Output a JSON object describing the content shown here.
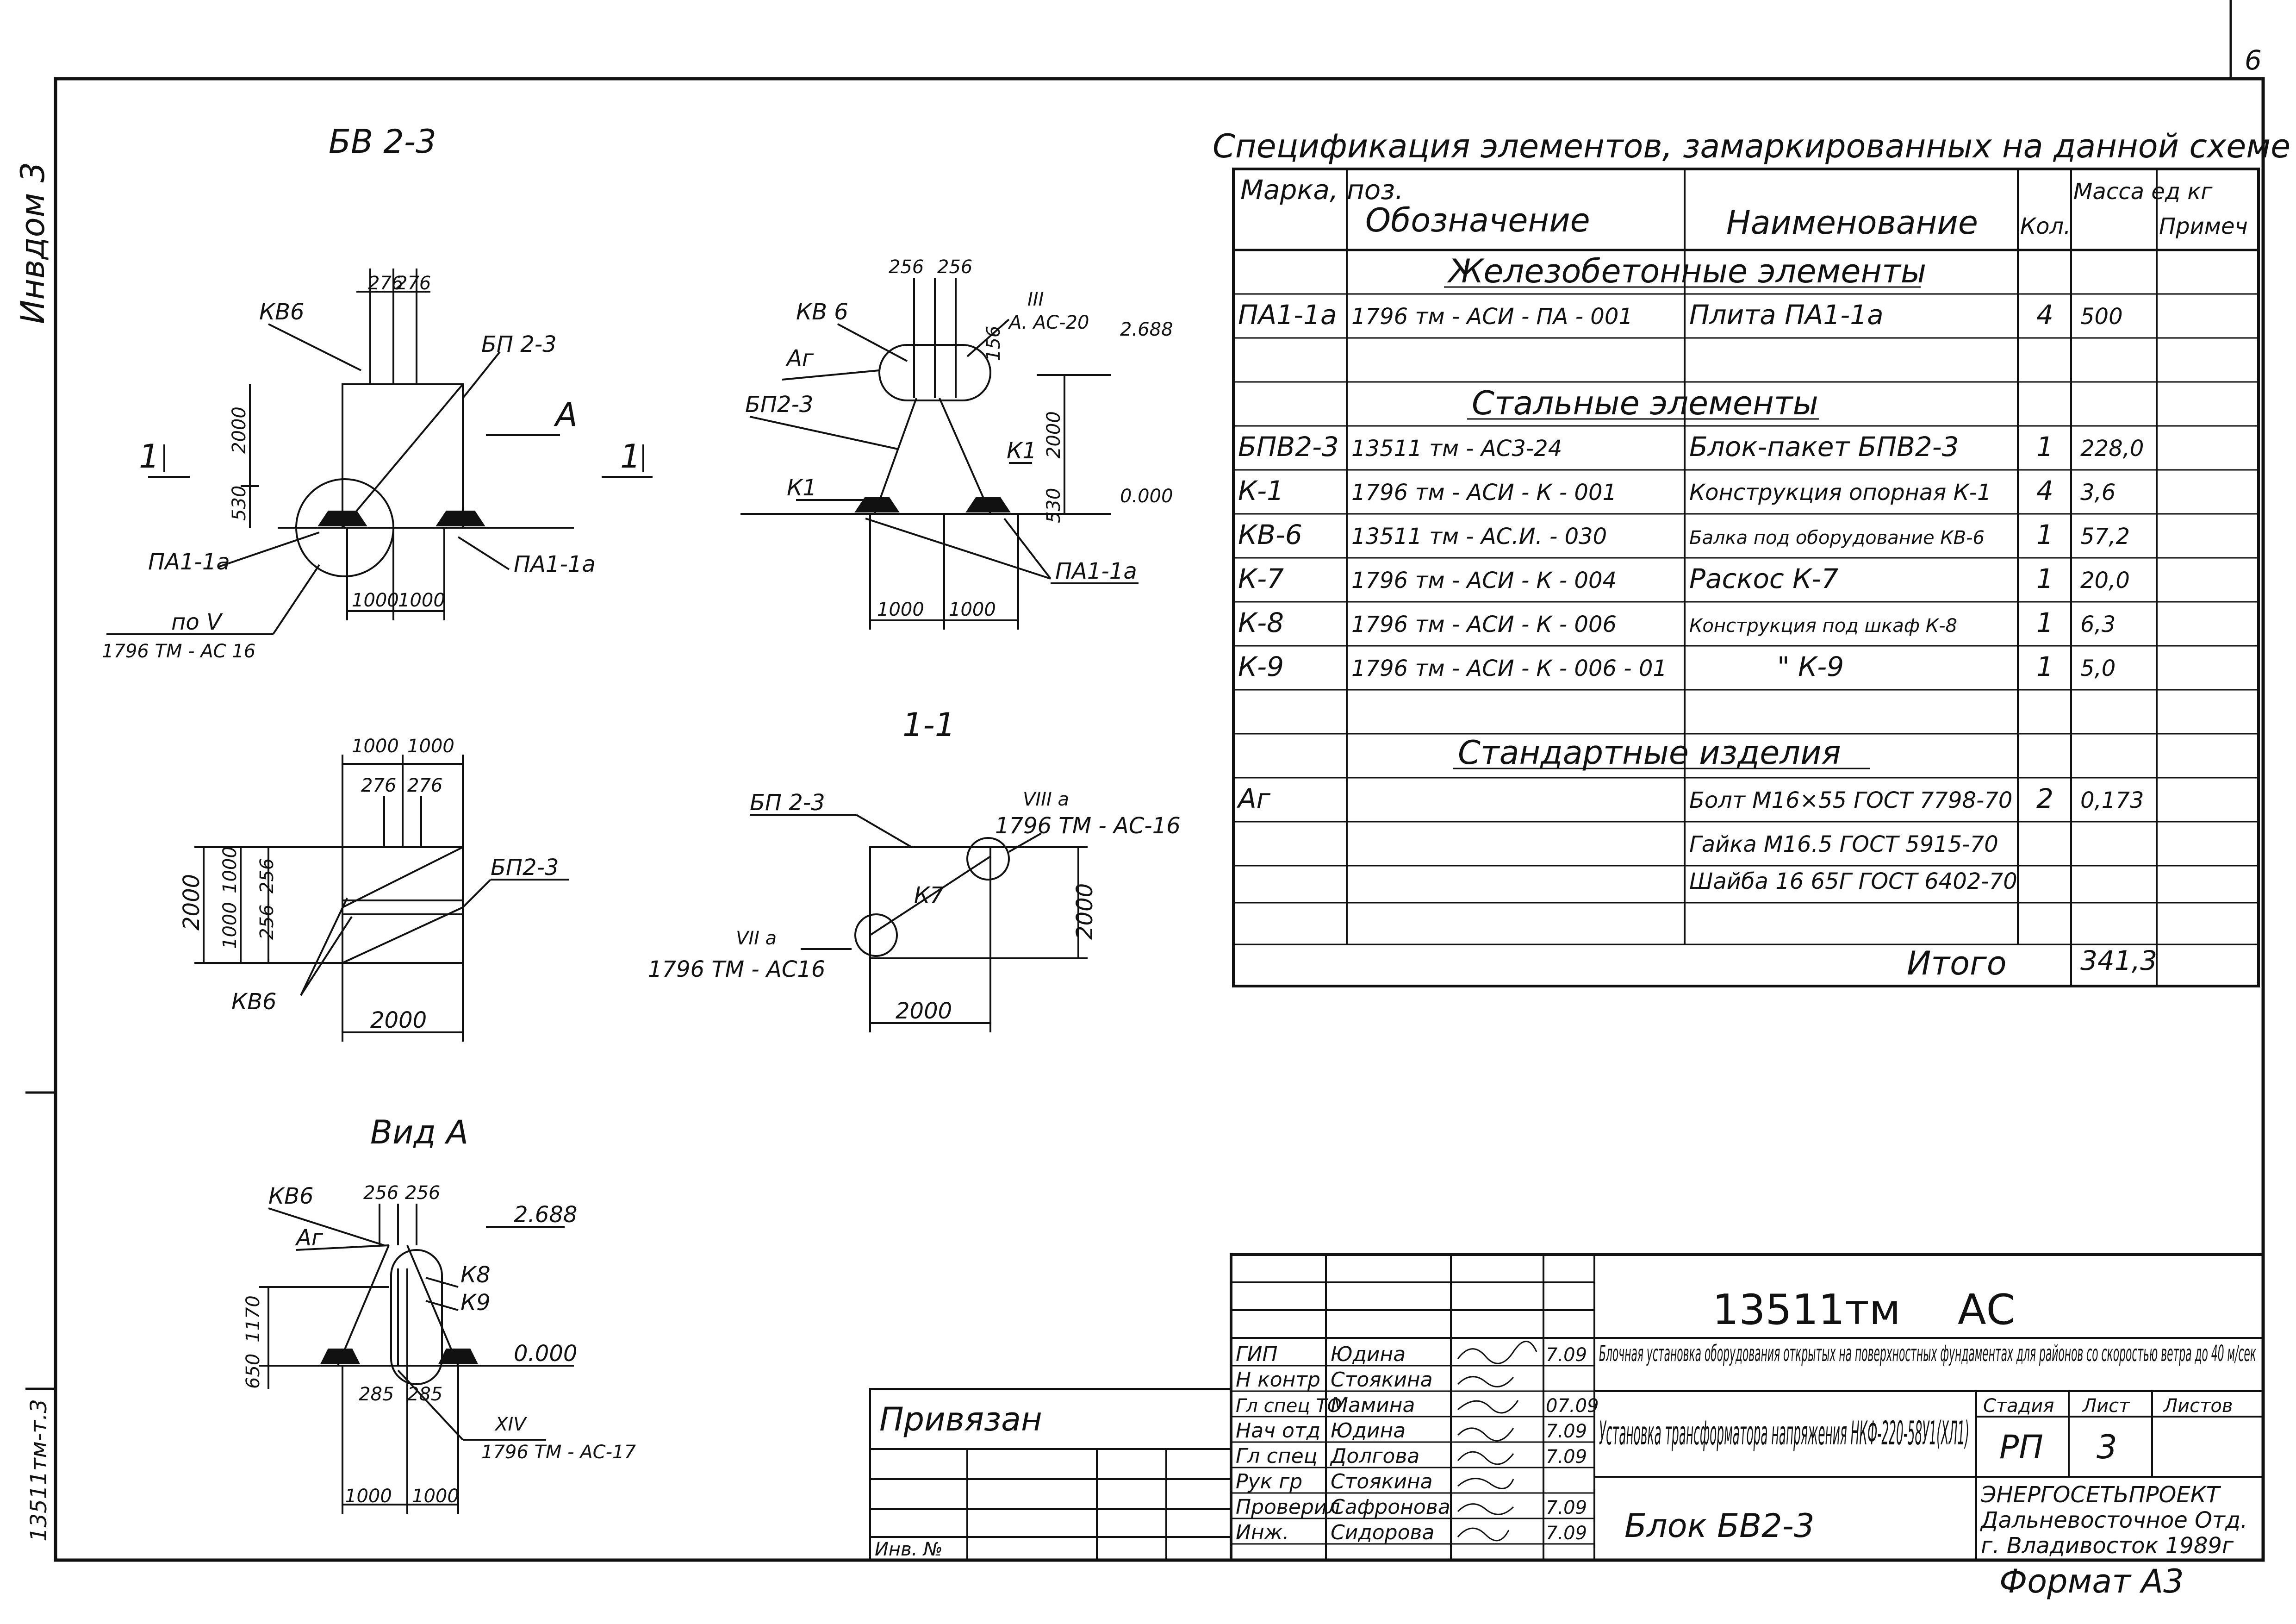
{
  "corner": {
    "sheet_number": "6",
    "side_top": "Инвдом 3",
    "side_bottom": "13511тм-т.3"
  },
  "spec": {
    "title": "Спецификация элементов, замаркированных на данной схеме",
    "headers": {
      "mark": "Марка, поз.",
      "designation": "Обозначение",
      "name": "Наименование",
      "qty": "Кол.",
      "mass": "Масса ед кг",
      "note": "Примеч"
    },
    "sections": [
      {
        "title": "Железобетонные элементы",
        "rows": [
          {
            "mark": "ПА1-1а",
            "designation": "1796 тм - АСИ - ПА - 001",
            "name": "Плита ПА1-1а",
            "qty": "4",
            "mass": "500"
          }
        ]
      },
      {
        "title": "Стальные элементы",
        "rows": [
          {
            "mark": "БПВ2-3",
            "designation": "13511 тм - АС3-24",
            "name": "Блок-пакет БПВ2-3",
            "qty": "1",
            "mass": "228,0"
          },
          {
            "mark": "К-1",
            "designation": "1796 тм - АСИ - К - 001",
            "name": "Конструкция опорная К-1",
            "qty": "4",
            "mass": "3,6"
          },
          {
            "mark": "КВ-6",
            "designation": "13511 тм - АС.И. - 030",
            "name": "Балка под оборудование КВ-6",
            "qty": "1",
            "mass": "57,2"
          },
          {
            "mark": "К-7",
            "designation": "1796 тм - АСИ - К - 004",
            "name": "Раскос К-7",
            "qty": "1",
            "mass": "20,0"
          },
          {
            "mark": "К-8",
            "designation": "1796 тм - АСИ - К - 006",
            "name": "Конструкция под шкаф К-8",
            "qty": "1",
            "mass": "6,3"
          },
          {
            "mark": "К-9",
            "designation": "1796 тм - АСИ - К - 006 - 01",
            "name": "\" К-9",
            "qty": "1",
            "mass": "5,0"
          }
        ]
      },
      {
        "title": "Стандартные изделия",
        "rows": [
          {
            "mark": "Аг",
            "designation": "",
            "name": "Болт М16×55 ГОСТ 7798-70",
            "qty": "2",
            "mass": "0,173"
          },
          {
            "mark": "",
            "designation": "",
            "name": "Гайка М16.5 ГОСТ 5915-70",
            "qty": "",
            "mass": ""
          },
          {
            "mark": "",
            "designation": "",
            "name": "Шайба 16 65Г ГОСТ 6402-70",
            "qty": "",
            "mass": ""
          }
        ]
      }
    ],
    "total_label": "Итого",
    "total_value": "341,3"
  },
  "views": {
    "bv": {
      "title": "БВ 2-3",
      "labels": [
        "КВ6",
        "БП 2-3",
        "А",
        "1",
        "1",
        "ПА1-1а",
        "ПА1-1а",
        "по V",
        "1796 ТМ - АС 16"
      ],
      "dims": [
        "276",
        "276",
        "2000",
        "530",
        "1000",
        "1000"
      ]
    },
    "section": {
      "labels": [
        "КВ 6",
        "Аг",
        "БП2-3",
        "К1",
        "К1",
        "ПА1-1а",
        "III",
        "А. АС-20"
      ],
      "dims": [
        "256",
        "256",
        "2.688",
        "0.000",
        "156",
        "2000",
        "530",
        "1000",
        "1000"
      ]
    },
    "plan": {
      "labels": [
        "БП2-3",
        "КВ6"
      ],
      "dims": [
        "1000",
        "1000",
        "276",
        "276",
        "256",
        "256",
        "1000",
        "1000",
        "2000",
        "2000"
      ]
    },
    "cut": {
      "title": "1-1",
      "labels": [
        "БП 2-3",
        "К7",
        "VIII а",
        "1796 ТМ - АС-16",
        "VII а",
        "1796 ТМ - АС16"
      ],
      "dims": [
        "2000",
        "2000"
      ]
    },
    "vida": {
      "title": "Вид А",
      "labels": [
        "КВ6",
        "Аг",
        "К8",
        "К9",
        "XIV",
        "1796 ТМ - АС-17"
      ],
      "dims": [
        "256",
        "256",
        "2.688",
        "1170",
        "650",
        "0.000",
        "285",
        "285",
        "1000",
        "1000"
      ]
    }
  },
  "stamp": {
    "code": "13511тм",
    "section": "АС",
    "project": "Блочная установка оборудования открытых на поверхностных фундаментах для районов со скоростью ветра до 40 м/сек",
    "object": "Установка трансформатора напряжения НКФ-220-58У1(ХЛ1)",
    "sheet_title": "Блок БВ2-3",
    "stage_label": "Стадия",
    "sheet_label": "Лист",
    "sheets_label": "Листов",
    "stage": "РП",
    "sheet": "3",
    "org": [
      "ЭНЕРГОСЕТЬПРОЕКТ",
      "Дальневосточное Отд.",
      "г. Владивосток 1989г"
    ],
    "format": "Формат А3",
    "signers": [
      {
        "role": "ГИП",
        "name": "Юдина",
        "date": "7.09"
      },
      {
        "role": "Н контр",
        "name": "Стоякина",
        "date": ""
      },
      {
        "role": "Гл спец ТО",
        "name": "Мамина",
        "date": "07.09"
      },
      {
        "role": "Нач отд",
        "name": "Юдина",
        "date": "7.09"
      },
      {
        "role": "Гл спец",
        "name": "Долгова",
        "date": "7.09"
      },
      {
        "role": "Рук гр",
        "name": "Стоякина",
        "date": ""
      },
      {
        "role": "Проверил",
        "name": "Сафронова",
        "date": "7.09"
      },
      {
        "role": "Инж.",
        "name": "Сидорова",
        "date": "7.09"
      }
    ]
  },
  "binding": {
    "label": "Привязан",
    "inv_label": "Инв. №"
  }
}
